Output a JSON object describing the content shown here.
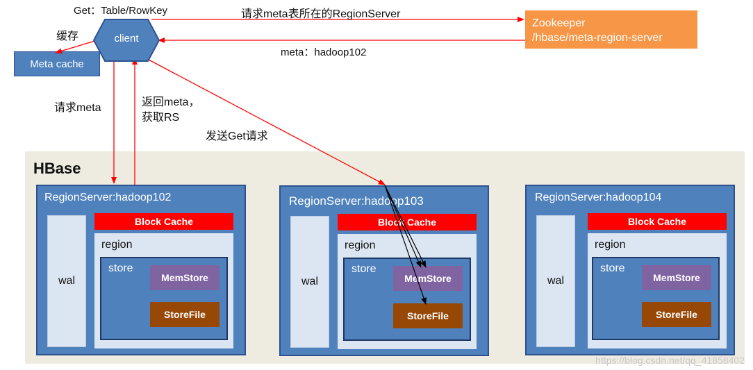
{
  "top": {
    "get_label": "Get：Table/RowKey",
    "cache_label": "缓存",
    "request_zk": "请求meta表所在的RegionServer",
    "meta_reply": "meta：hadoop102",
    "request_meta": "请求meta",
    "return_meta_line1": "返回meta，",
    "return_meta_line2": "获取RS",
    "send_get": "发送Get请求"
  },
  "client": {
    "label": "client"
  },
  "meta_cache": {
    "label": "Meta cache"
  },
  "zookeeper": {
    "line1": "Zookeeper",
    "line2": "/hbase/meta-region-server"
  },
  "hbase": {
    "title": "HBase"
  },
  "region_servers": [
    {
      "title": "RegionServer:hadoop102",
      "wal": "wal",
      "block_cache": "Block Cache",
      "region": "region",
      "store": "store",
      "memstore": "MemStore",
      "storefile": "StoreFile"
    },
    {
      "title": "RegionServer:hadoop103",
      "wal": "wal",
      "block_cache": "Block Cache",
      "region": "region",
      "store": "store",
      "memstore": "MemStore",
      "storefile": "StoreFile"
    },
    {
      "title": "RegionServer:hadoop104",
      "wal": "wal",
      "block_cache": "Block Cache",
      "region": "region",
      "store": "store",
      "memstore": "MemStore",
      "storefile": "StoreFile"
    }
  ],
  "watermark": "https://blog.csdn.net/qq_41858402",
  "colors": {
    "region_server_blue": "#4f81bd",
    "block_cache_red": "#ff0000",
    "memstore_purple": "#8064a2",
    "storefile_brown": "#974806",
    "zookeeper_orange": "#f79646",
    "hbase_panel": "#eeece1",
    "arrow_red": "#ff0000"
  }
}
